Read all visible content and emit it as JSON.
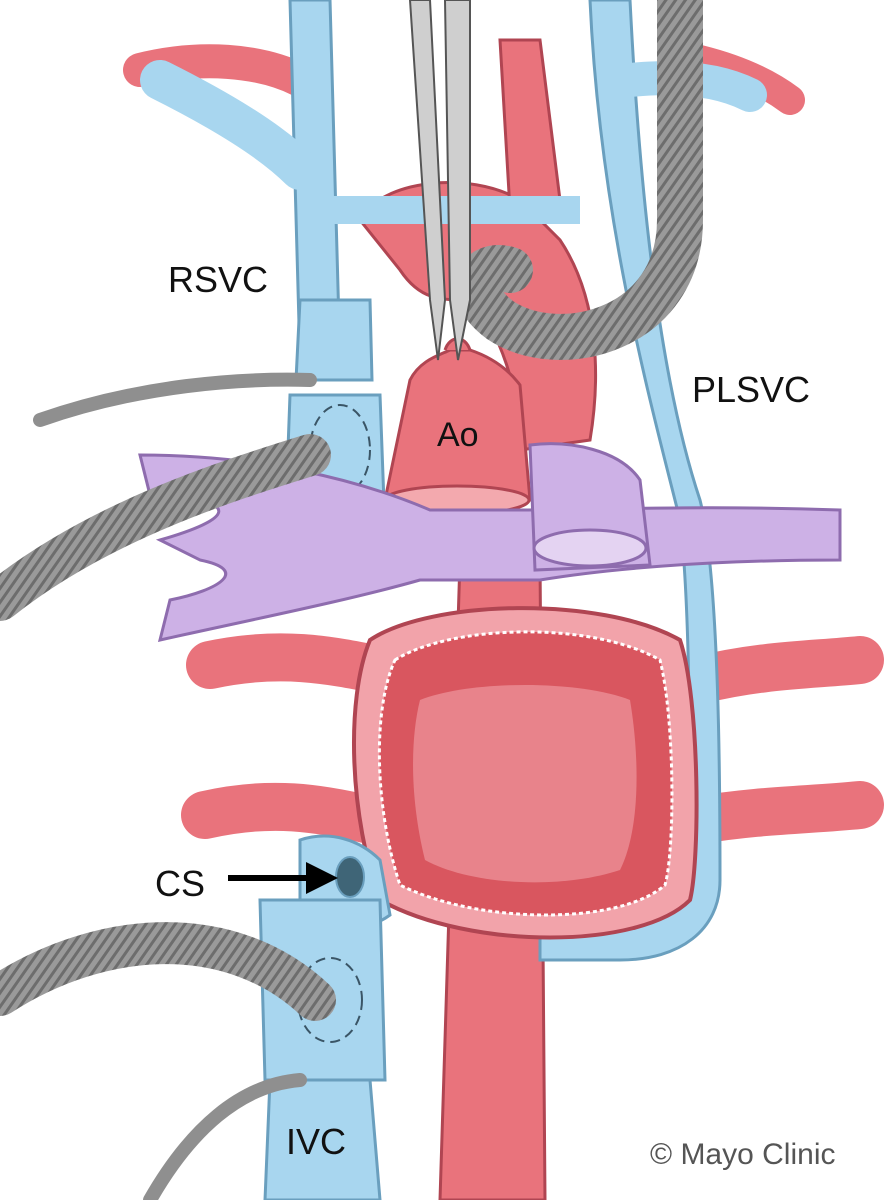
{
  "labels": {
    "rsvc": "RSVC",
    "plsvc": "PLSVC",
    "ao": "Ao",
    "cs": "CS",
    "ivc": "IVC"
  },
  "copyright": "© Mayo Clinic",
  "colors": {
    "vein_blue": "#a8d6ef",
    "vein_outline": "#6a9fbe",
    "artery_red": "#e9737c",
    "artery_outline": "#b04552",
    "pulmonary_purple": "#cdb1e6",
    "atrium_interior": "#d9565f",
    "cannula_grey": "#8f8f8f",
    "clamp_grey": "#cfcfcf"
  }
}
